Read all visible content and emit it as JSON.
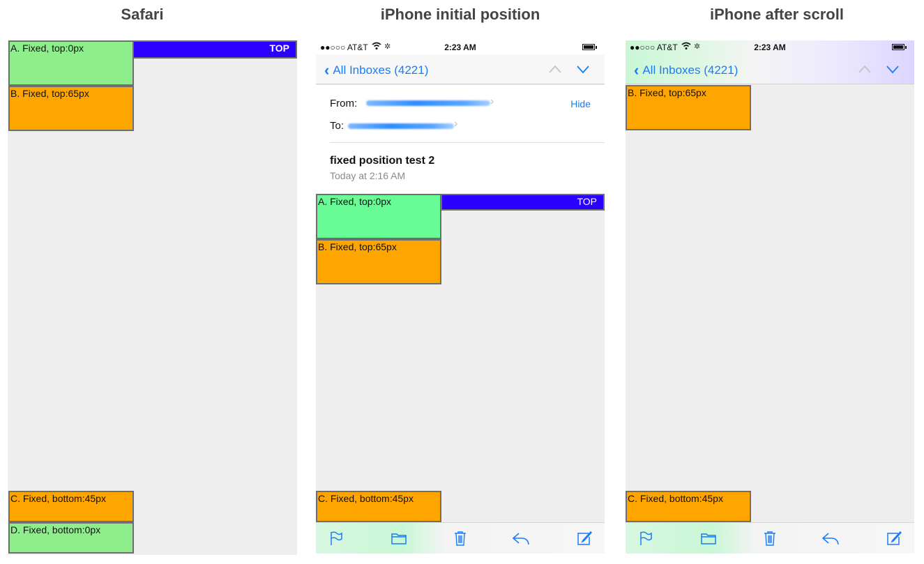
{
  "columns": {
    "safari_title": "Safari",
    "iphone_initial_title": "iPhone initial position",
    "iphone_scroll_title": "iPhone after scroll"
  },
  "boxes": {
    "a": "A. Fixed, top:0px",
    "b": "B. Fixed, top:65px",
    "c": "C. Fixed, bottom:45px",
    "d": "D. Fixed, bottom:0px",
    "top": "TOP"
  },
  "ios": {
    "carrier": "●●○○○ AT&T",
    "time": "2:23 AM",
    "back_label": "All Inboxes (4221)",
    "icons": {
      "back": "chevron-left-icon",
      "prev": "chevron-up-icon",
      "next": "chevron-down-icon",
      "flag": "flag-icon",
      "folder": "folder-icon",
      "trash": "trash-icon",
      "reply": "reply-icon",
      "compose": "compose-icon"
    }
  },
  "mail": {
    "from_label": "From:",
    "to_label": "To:",
    "hide": "Hide",
    "subject": "fixed position test 2",
    "date": "Today at 2:16 AM"
  },
  "colors": {
    "viewport_bg": "#eeeeee",
    "green_safari": "#8fee8c",
    "green_iphone": "#69fb95",
    "orange": "#ffa500",
    "top_bar": "#2b00ff",
    "ios_blue": "#1a7cf5"
  }
}
